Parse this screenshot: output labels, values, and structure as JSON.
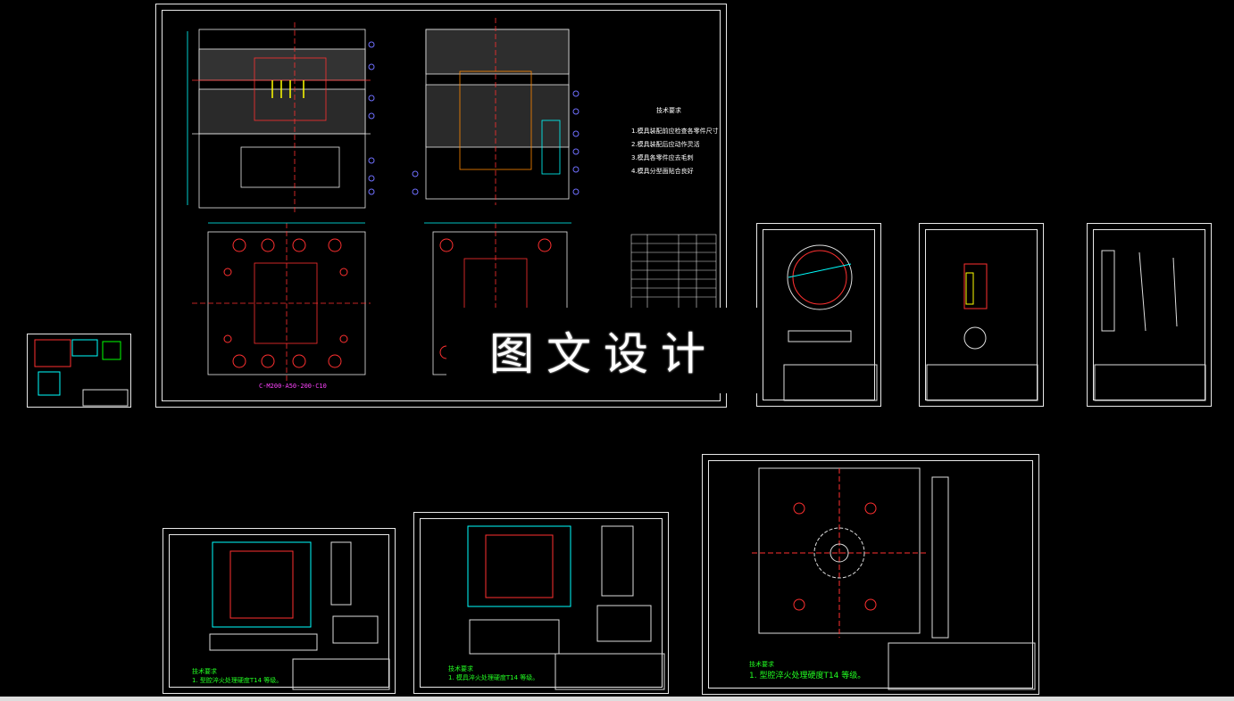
{
  "watermark": {
    "text": "图文设计"
  },
  "main_sheet": {
    "assembly_label": "C-M200-A50-200-C10",
    "tech_req_title": "技术要求",
    "tech_req_lines": [
      "1.模具装配前应检查各零件尺寸",
      "2.模具装配后应动作灵活",
      "3.模具各零件应去毛刺",
      "4.模具分型面贴合良好"
    ]
  },
  "part_sheets": {
    "note_title": "技术要求",
    "note_line": "1. 型腔淬火处理硬度T14 等级。",
    "note_line_short": "1. 模具淬火处理硬度T14 等级。"
  },
  "colors": {
    "line": "#e8e8e8",
    "cyan": "#00ffff",
    "green": "#00ff00",
    "red": "#ff3030",
    "magenta": "#ff44ff",
    "yellow": "#ffff00",
    "blue": "#6f6fff"
  }
}
